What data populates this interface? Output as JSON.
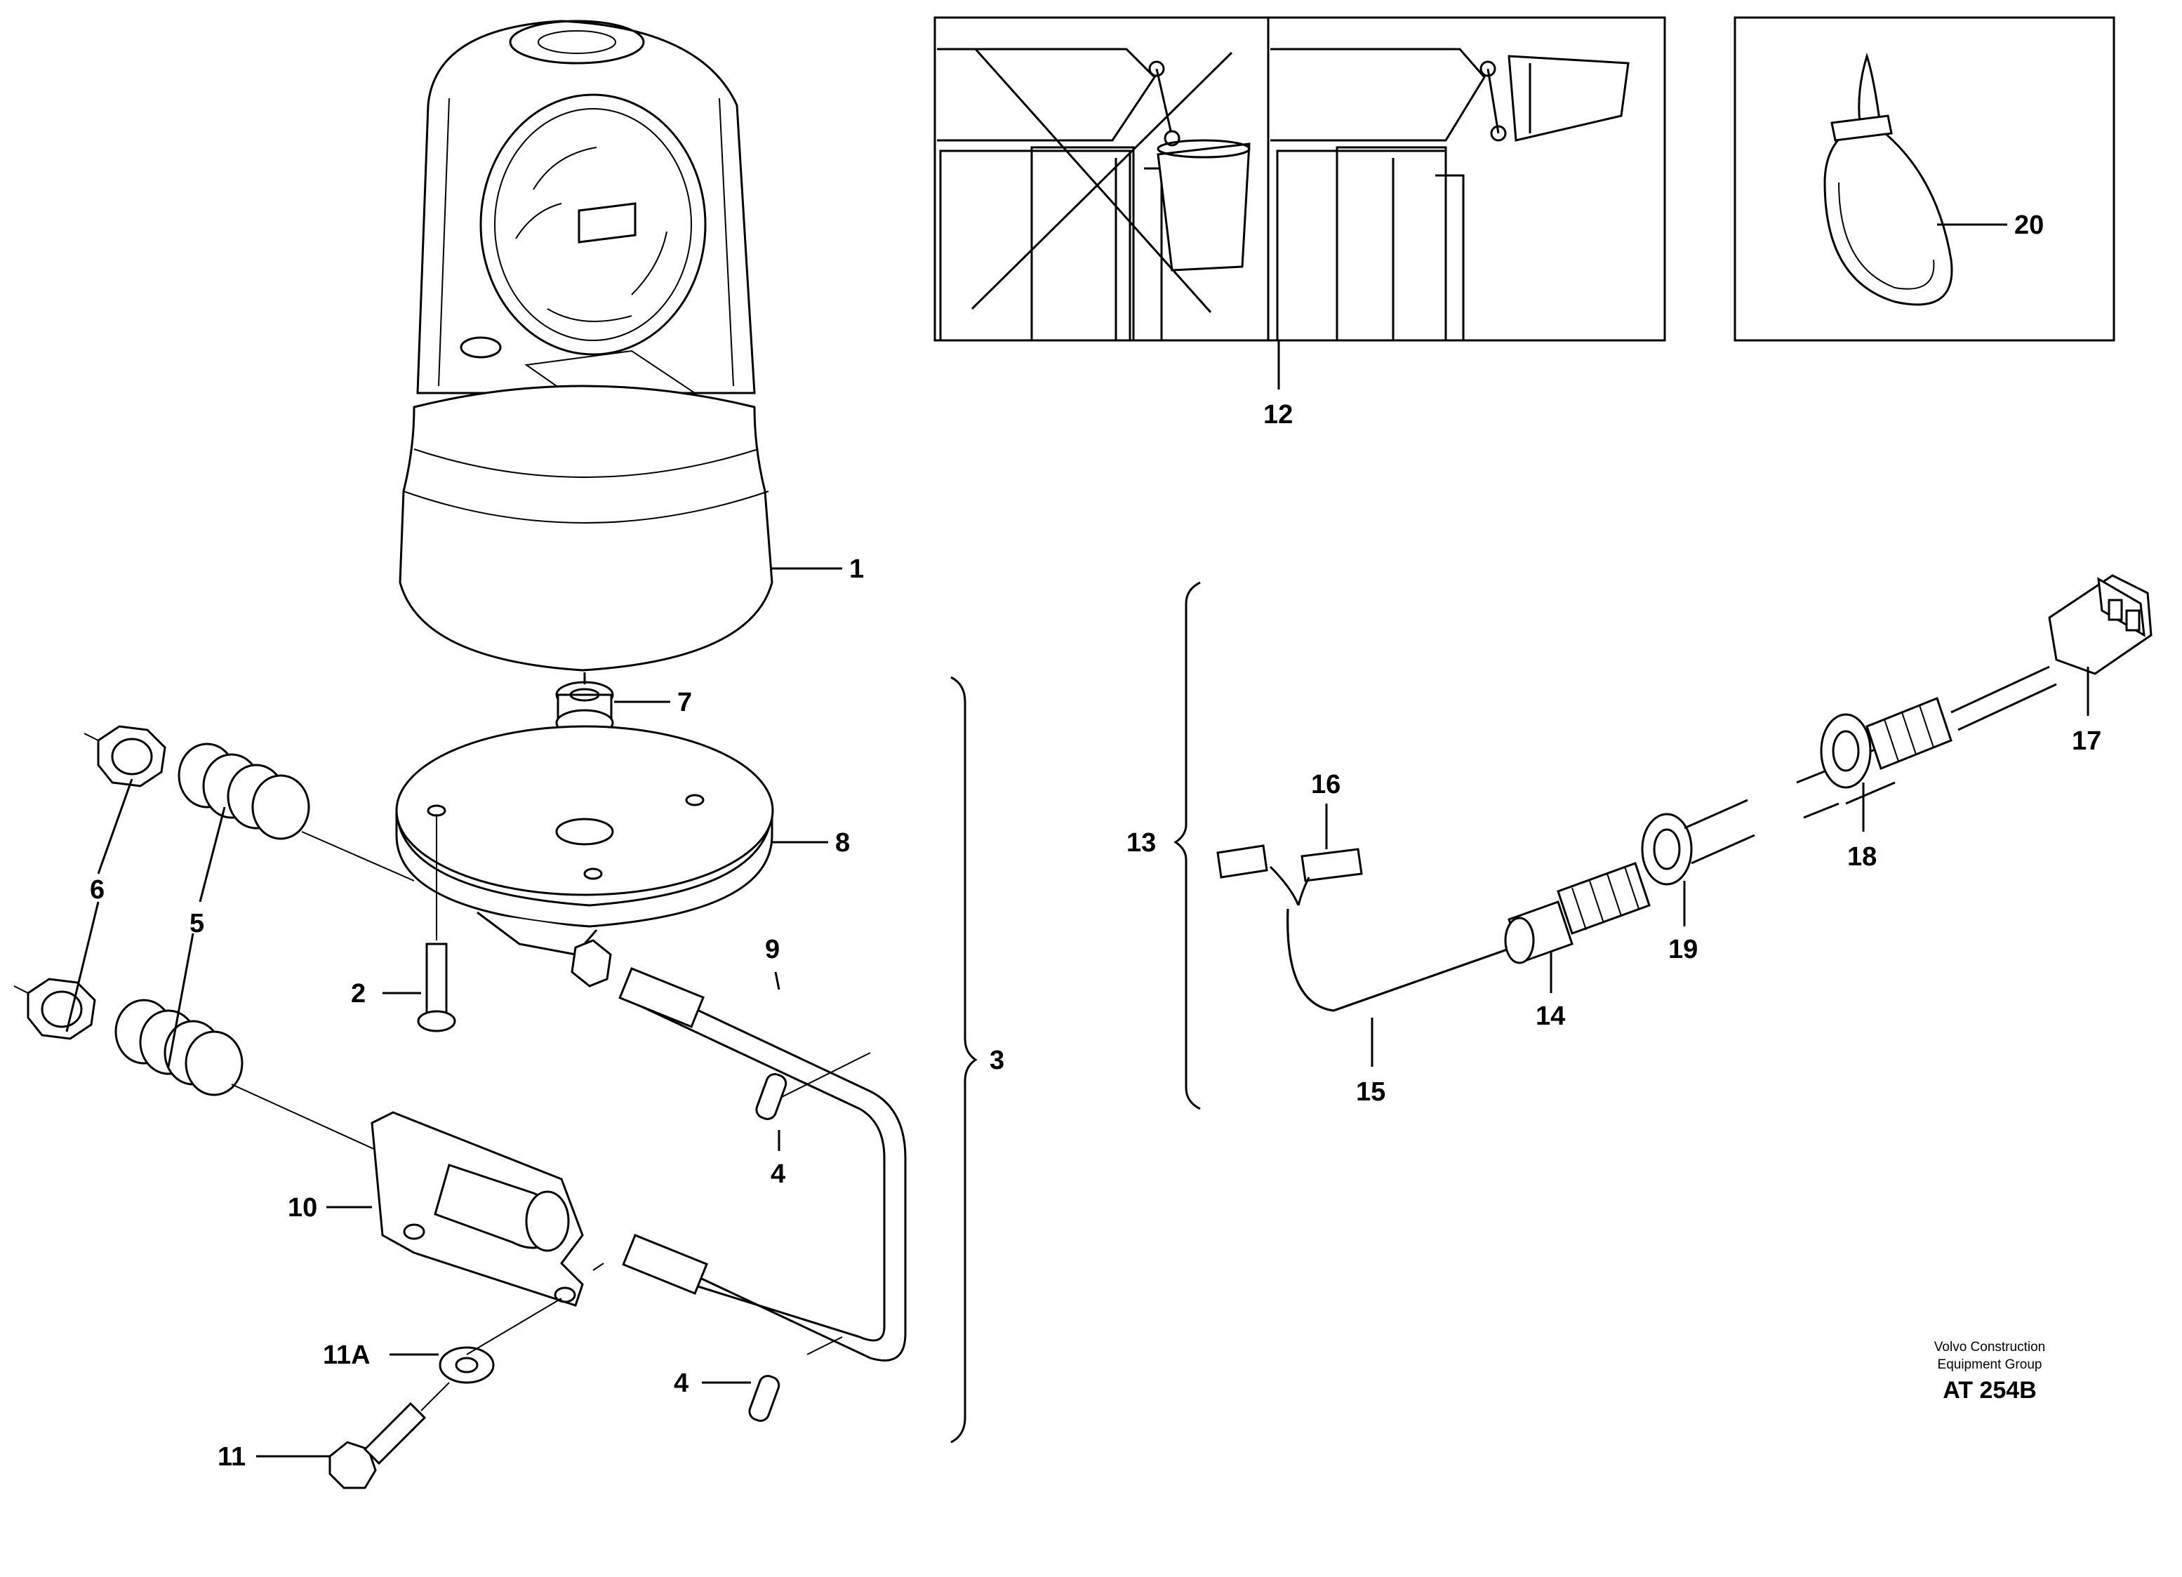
{
  "callouts": {
    "c1": "1",
    "c2": "2",
    "c3": "3",
    "c4a": "4",
    "c4b": "4",
    "c5": "5",
    "c6": "6",
    "c7": "7",
    "c8": "8",
    "c9": "9",
    "c10": "10",
    "c11": "11",
    "c11a": "11A",
    "c12": "12",
    "c13": "13",
    "c14": "14",
    "c15": "15",
    "c16": "16",
    "c17": "17",
    "c18": "18",
    "c19": "19",
    "c20": "20"
  },
  "credit": {
    "line1": "Volvo Construction",
    "line2": "Equipment Group",
    "code": "AT 254B"
  }
}
